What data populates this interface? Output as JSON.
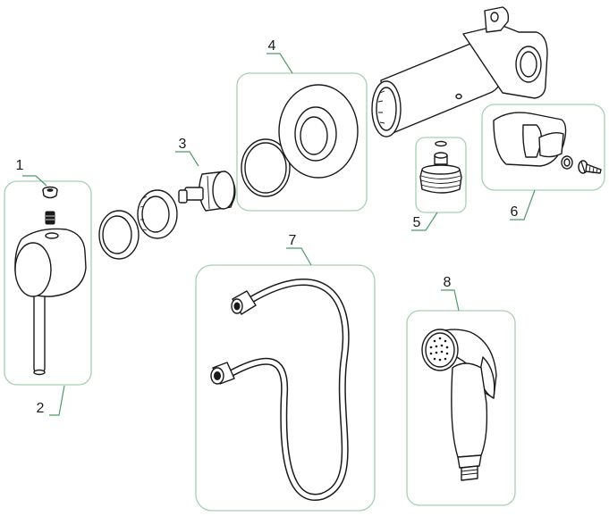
{
  "callouts": [
    {
      "id": "1",
      "label": "1"
    },
    {
      "id": "2",
      "label": "2"
    },
    {
      "id": "3",
      "label": "3"
    },
    {
      "id": "4",
      "label": "4"
    },
    {
      "id": "5",
      "label": "5"
    },
    {
      "id": "6",
      "label": "6"
    },
    {
      "id": "7",
      "label": "7"
    },
    {
      "id": "8",
      "label": "8"
    }
  ],
  "colors": {
    "frame": "#a8cfb3",
    "leader": "#4f9a68",
    "line": "#1a1a1a"
  }
}
